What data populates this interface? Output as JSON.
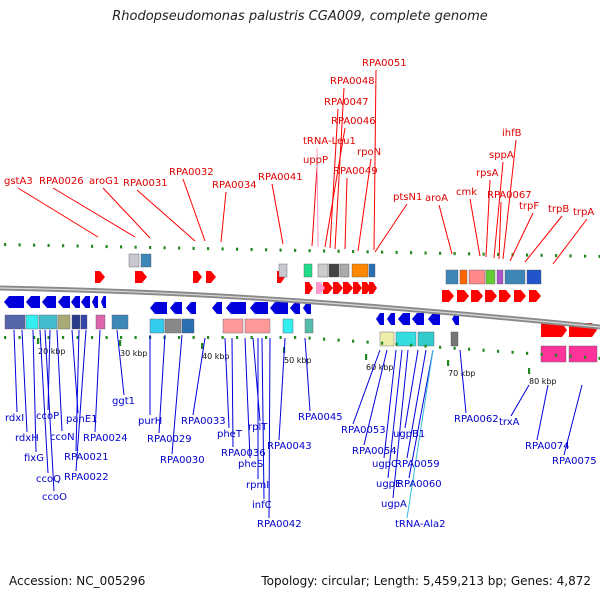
{
  "title": "Rhodopseudomonas palustris CGA009, complete genome",
  "footer": {
    "accession": "Accession: NC_005296",
    "summary": "Topology: circular; Length: 5,459,213 bp; Genes: 4,872"
  },
  "colors": {
    "forward": "#ff0000",
    "reverse": "#0000dd",
    "backbone": "#8a8a8a",
    "tick": "#228822",
    "trna_forward": "#ff99cc",
    "trna_reverse": "#33bbdd"
  },
  "scale_ticks": [
    "20 kbp",
    "30 kbp",
    "40 kbp",
    "50 kbp",
    "60 kbp",
    "70 kbp",
    "80 kbp"
  ],
  "top_labels": [
    "gstA3",
    "RPA0026",
    "aroG1",
    "RPA0031",
    "RPA0032",
    "RPA0034",
    "RPA0041",
    "uppP",
    "tRNA-Leu1",
    "RPA0046",
    "RPA0047",
    "RPA0048",
    "RPA0051",
    "rpoN",
    "RPA0049",
    "ptsN1",
    "aroA",
    "cmk",
    "rpsA",
    "sppA",
    "ihfB",
    "RPA0067",
    "trpF",
    "trpB",
    "trpA"
  ],
  "bottom_labels": [
    "rdxI",
    "rdxH",
    "fixG",
    "ccoQ",
    "ccoO",
    "ccoP",
    "ccoN",
    "panE1",
    "RPA0021",
    "RPA0022",
    "RPA0024",
    "ggt1",
    "purH",
    "RPA0029",
    "RPA0030",
    "RPA0033",
    "pheT",
    "RPA0036",
    "pheS",
    "rplT",
    "rpmI",
    "infC",
    "RPA0042",
    "RPA0043",
    "RPA0045",
    "RPA0053",
    "RPA0054",
    "ugpC",
    "ugpE",
    "ugpA",
    "ugpB1",
    "RPA0059",
    "RPA0060",
    "tRNA-Ala2",
    "RPA0062",
    "trxA",
    "RPA0074",
    "RPA0075"
  ]
}
